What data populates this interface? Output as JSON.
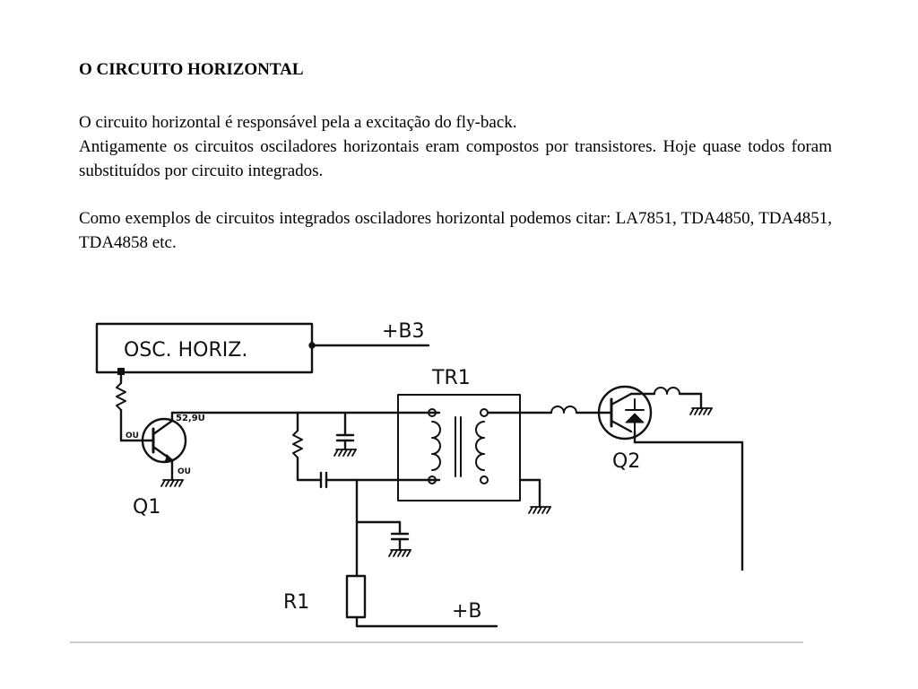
{
  "document": {
    "title": "O CIRCUITO HORIZONTAL",
    "paragraph1_line1": "O circuito horizontal é responsável pela a excitação do fly-back.",
    "paragraph1_line2": "Antigamente os circuitos osciladores horizontais eram compostos por transistores. Hoje quase todos foram substituídos por circuito integrados.",
    "paragraph2": "Como exemplos de circuitos integrados osciladores horizontal podemos citar: LA7851, TDA4850, TDA4851, TDA4858 etc."
  },
  "schematic": {
    "osc_label": "OSC. HORIZ.",
    "b3_label": "+B3",
    "tr1_label": "TR1",
    "q1_label": "Q1",
    "q2_label": "Q2",
    "r1_label": "R1",
    "b_label": "+B",
    "q1_collector_voltage": "52,9U",
    "q1_base_voltage": "OU",
    "q1_emitter_voltage": "OU"
  }
}
